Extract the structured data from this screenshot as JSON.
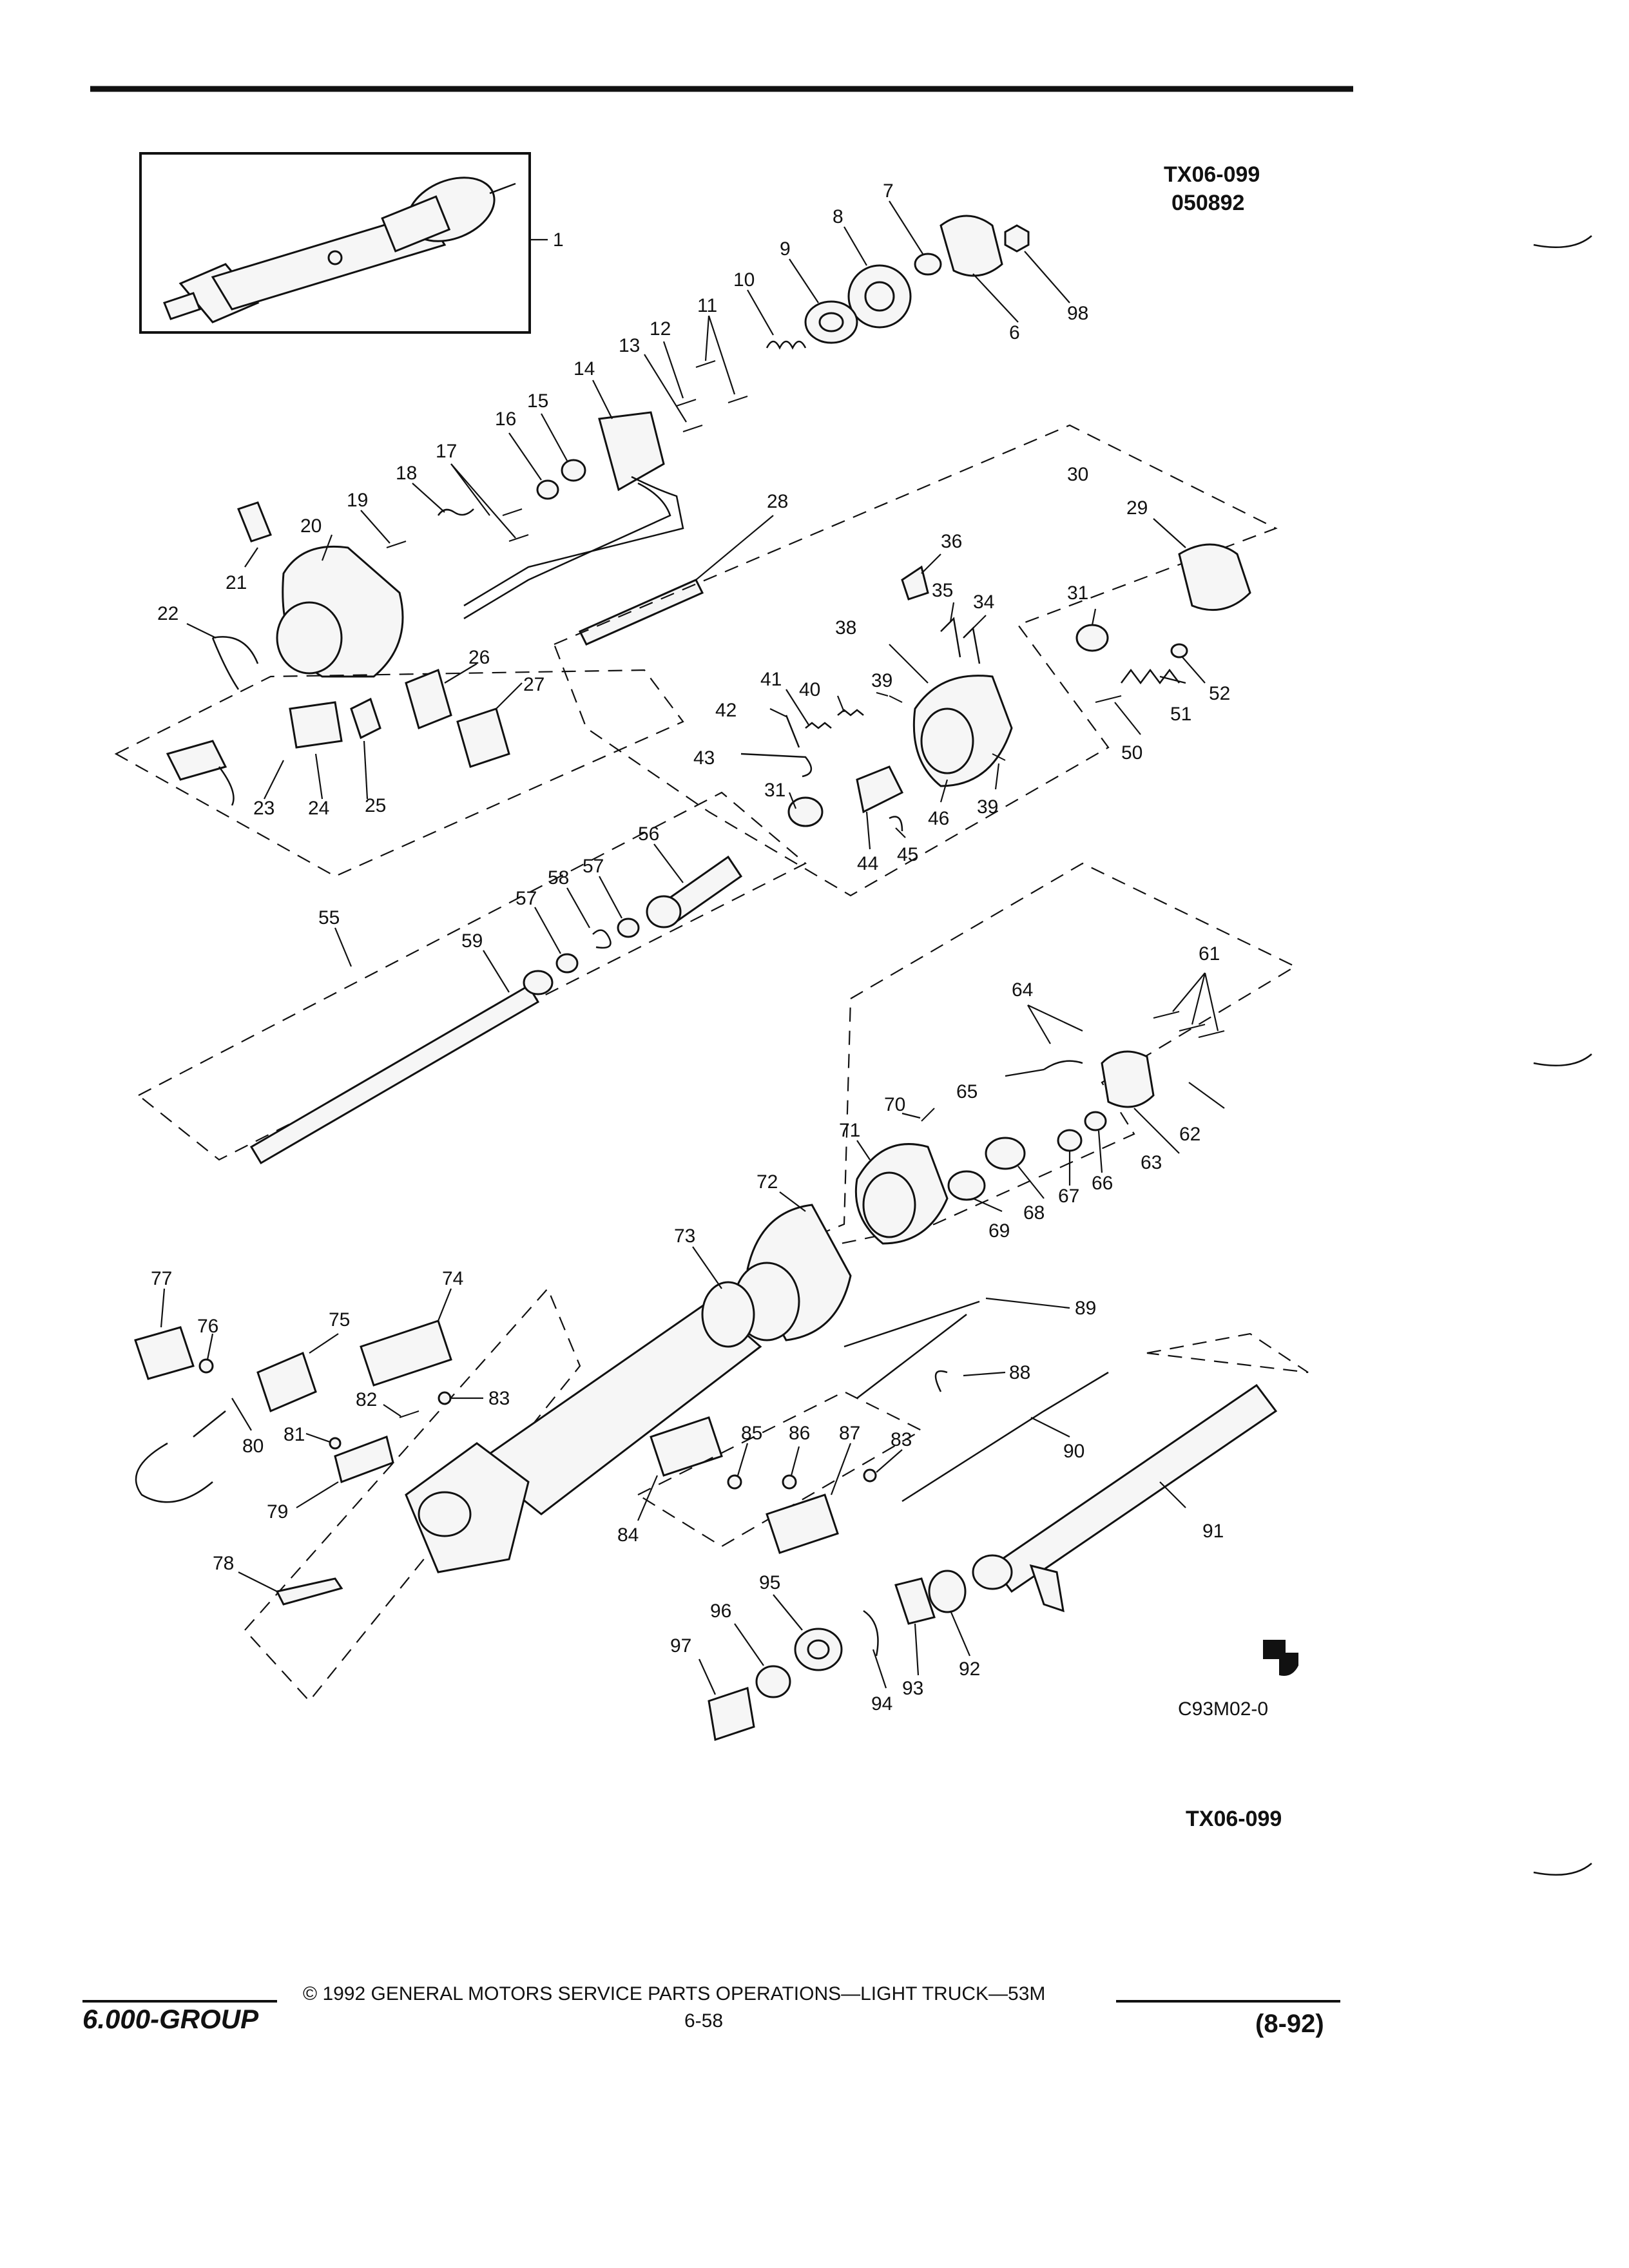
{
  "header": {
    "code": "TX06-099",
    "date_code": "050892"
  },
  "parts": {
    "p1": "1",
    "p6": "6",
    "p7": "7",
    "p8": "8",
    "p9": "9",
    "p10": "10",
    "p11": "11",
    "p12": "12",
    "p13": "13",
    "p14": "14",
    "p15": "15",
    "p16": "16",
    "p17": "17",
    "p18": "18",
    "p19": "19",
    "p20": "20",
    "p21": "21",
    "p22": "22",
    "p23": "23",
    "p24": "24",
    "p25": "25",
    "p26": "26",
    "p27": "27",
    "p28": "28",
    "p29": "29",
    "p30": "30",
    "p31a": "31",
    "p31b": "31",
    "p34": "34",
    "p35": "35",
    "p36": "36",
    "p38": "38",
    "p39a": "39",
    "p39b": "39",
    "p40": "40",
    "p41": "41",
    "p42": "42",
    "p43": "43",
    "p44": "44",
    "p45": "45",
    "p46": "46",
    "p50": "50",
    "p51": "51",
    "p52": "52",
    "p55": "55",
    "p56": "56",
    "p57a": "57",
    "p57b": "57",
    "p58": "58",
    "p59": "59",
    "p61": "61",
    "p62": "62",
    "p63": "63",
    "p64": "64",
    "p65": "65",
    "p66": "66",
    "p67": "67",
    "p68": "68",
    "p69": "69",
    "p70": "70",
    "p71": "71",
    "p72": "72",
    "p73": "73",
    "p74": "74",
    "p75": "75",
    "p76": "76",
    "p77": "77",
    "p78": "78",
    "p79": "79",
    "p80": "80",
    "p81": "81",
    "p82": "82",
    "p83a": "83",
    "p83b": "83",
    "p84": "84",
    "p85": "85",
    "p86": "86",
    "p87": "87",
    "p88": "88",
    "p89": "89",
    "p90": "90",
    "p91": "91",
    "p92": "92",
    "p93": "93",
    "p94": "94",
    "p95": "95",
    "p96": "96",
    "p97": "97",
    "p98": "98"
  },
  "figure_code": "C93M02-0",
  "bottom_code": "TX06-099",
  "footer": {
    "group": "6.000-GROUP",
    "copyright": "© 1992 GENERAL MOTORS SERVICE PARTS OPERATIONS—LIGHT TRUCK—53M",
    "page": "6-58",
    "date": "(8-92)"
  }
}
